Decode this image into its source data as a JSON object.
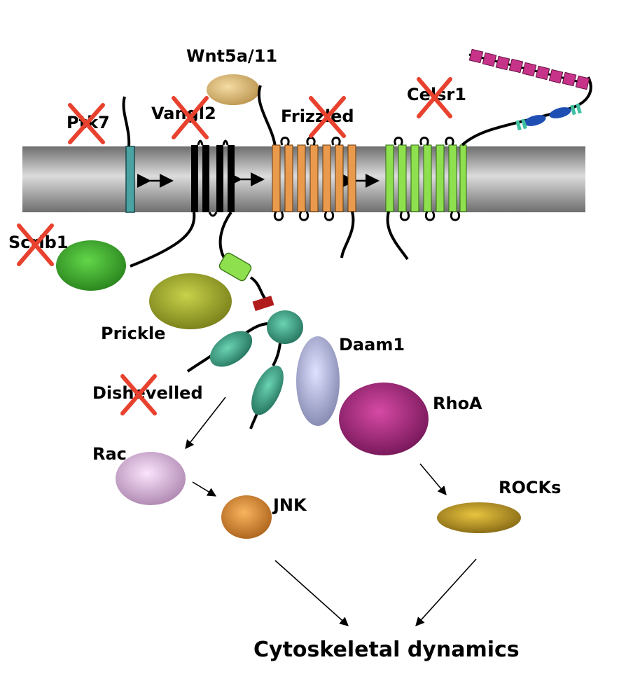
{
  "labels": {
    "wnt": "Wnt5a/11",
    "ptk7": "Ptk7",
    "vangl2": "Vangl2",
    "frizzled": "Frizzled",
    "celsr1": "Celsr1",
    "scrib1": "Scrib1",
    "prickle": "Prickle",
    "daam1": "Daam1",
    "dishevelled": "Dishevelled",
    "rhoa": "RhoA",
    "rac": "Rac",
    "jnk": "JNK",
    "rocks": "ROCKs",
    "cytoskeletal": "Cytoskeletal dynamics"
  },
  "knocked_out": [
    "ptk7",
    "vangl2",
    "frizzled",
    "celsr1",
    "scrib1",
    "dishevelled"
  ],
  "colors": {
    "membrane": "#a8a8a8",
    "knockout_x": "#e8412e",
    "wnt": "#d9b36a",
    "ptk7": "#4aa3a3",
    "vangl2": "#000000",
    "frizzled": "#e99a4c",
    "celsr1": "#8fe04f",
    "scrib1": "#3ea32a",
    "prickle": "#a9b22c",
    "dishevelled": "#3f9e82",
    "daam1": "#b3b8e6",
    "rhoa": "#b12f86",
    "rac": "#e2b5e6",
    "jnk": "#e5903a",
    "rocks": "#c9a21d",
    "cadherin_repeats": "#c8338a"
  }
}
